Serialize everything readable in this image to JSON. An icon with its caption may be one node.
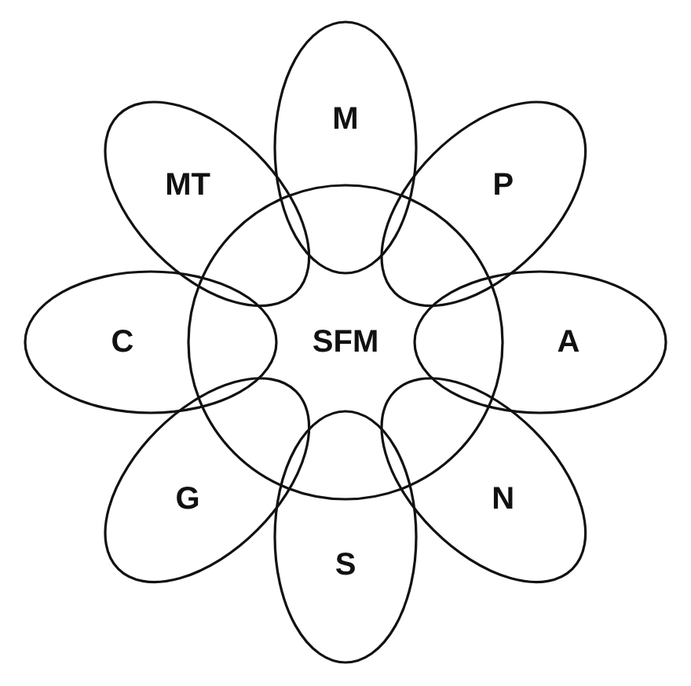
{
  "diagram": {
    "nodes": [
      {
        "text": [
          "SFM"
        ]
      },
      {
        "text": [
          "M"
        ]
      },
      {
        "text": [
          "P"
        ]
      },
      {
        "text": [
          "A"
        ]
      },
      {
        "text": [
          "N"
        ]
      },
      {
        "text": [
          "S"
        ]
      },
      {
        "text": [
          "G"
        ]
      },
      {
        "text": [
          "C"
        ]
      },
      {
        "text": [
          "MT"
        ]
      }
    ]
  }
}
